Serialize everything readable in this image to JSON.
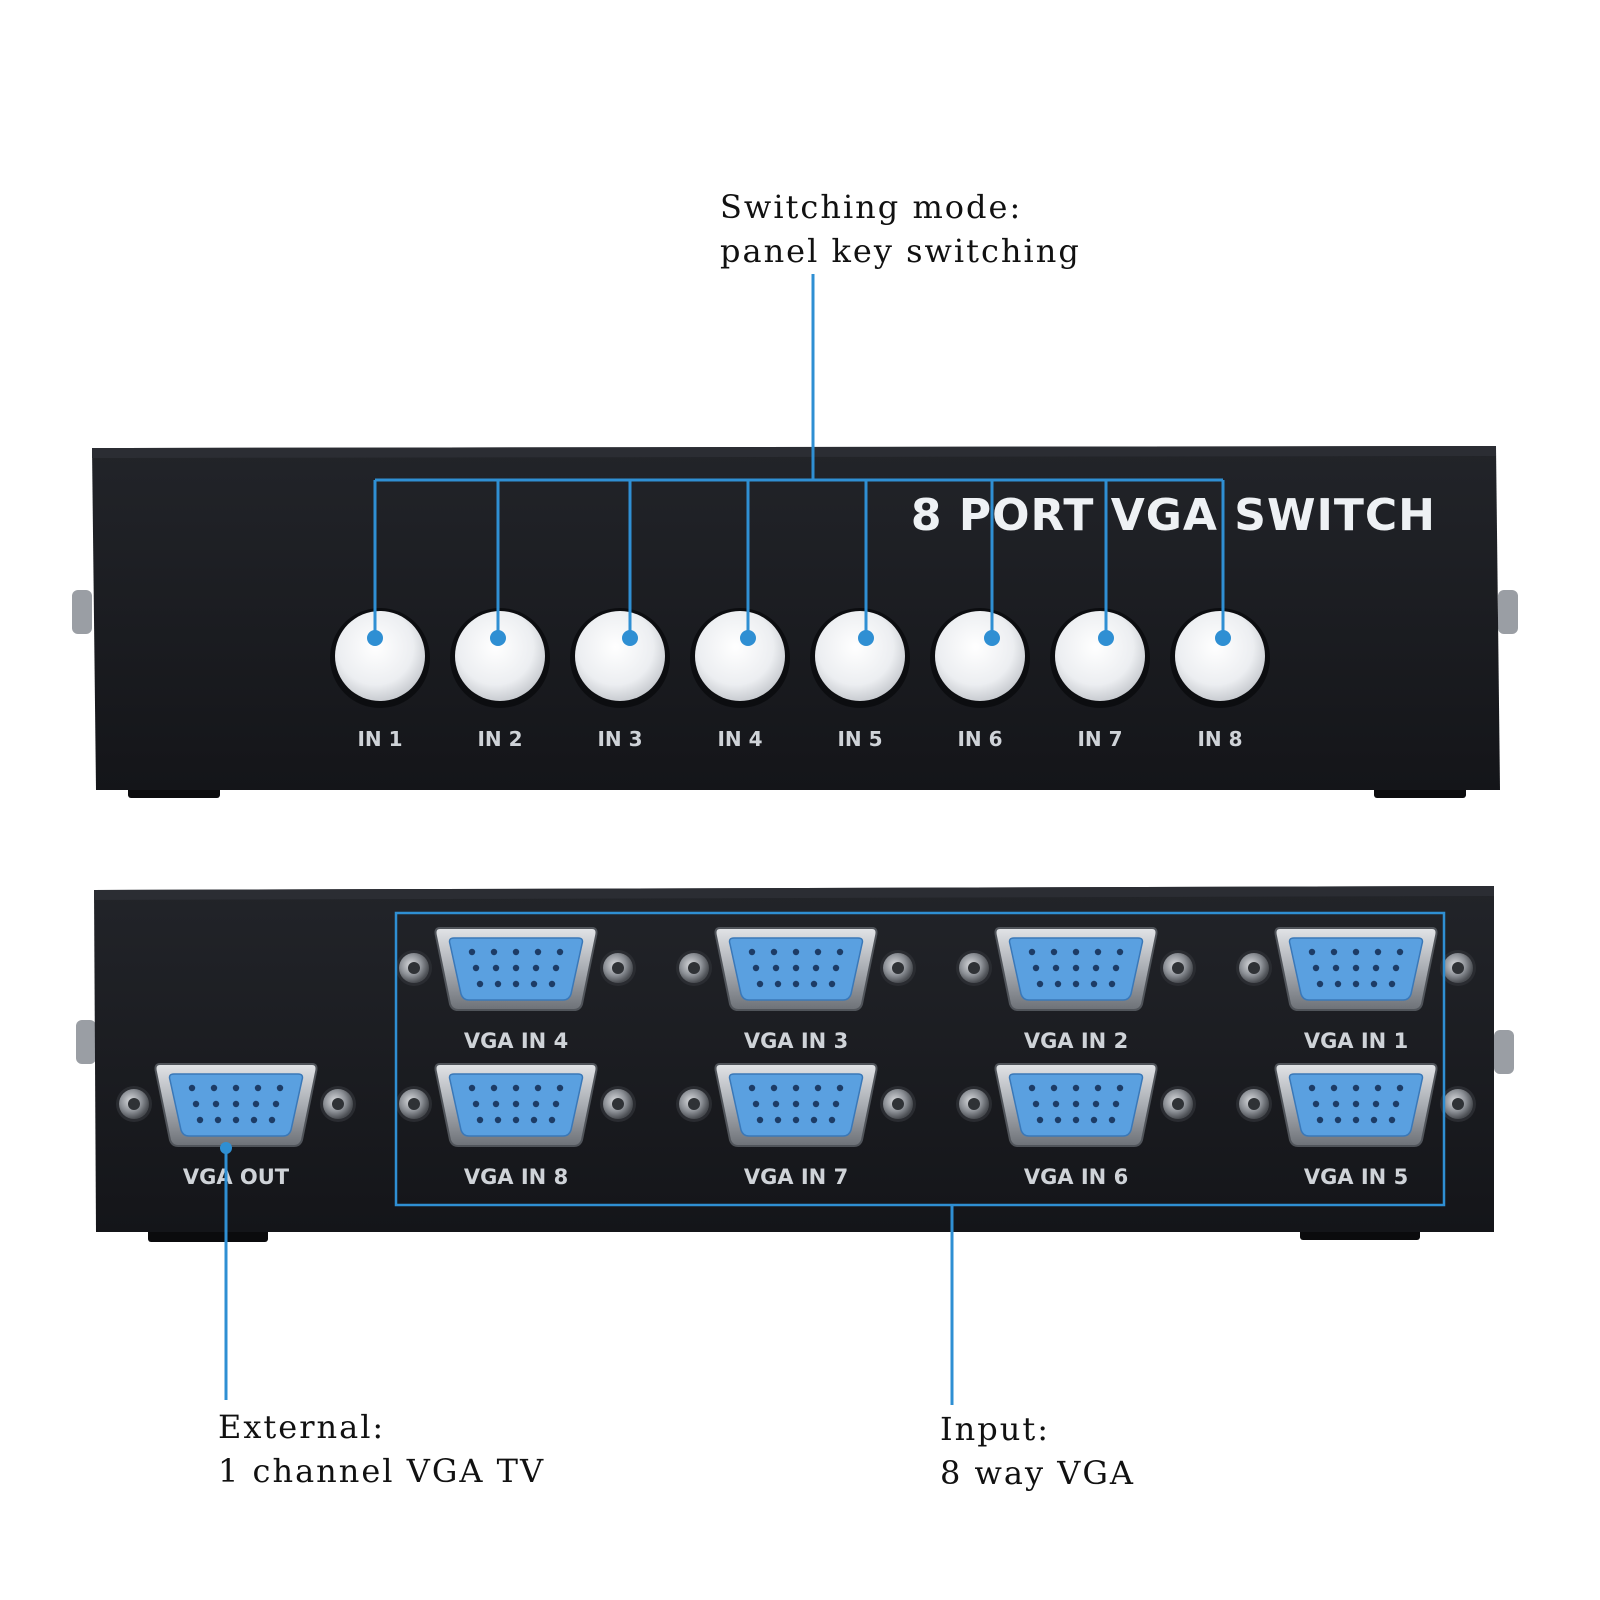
{
  "colors": {
    "callout_line": "#2f8fd3",
    "device_body": "#17181c",
    "button_face": "#eef0f3",
    "vga_connector": "#5aa0e0",
    "label_text": "#cfd3d8"
  },
  "front_panel": {
    "title": "8 PORT VGA SWITCH",
    "buttons": [
      "IN 1",
      "IN 2",
      "IN 3",
      "IN 4",
      "IN 5",
      "IN 6",
      "IN 7",
      "IN 8"
    ]
  },
  "rear_panel": {
    "output_label": "VGA OUT",
    "inputs_top": [
      "VGA IN 4",
      "VGA IN 3",
      "VGA IN 2",
      "VGA IN 1"
    ],
    "inputs_bottom": [
      "VGA IN 8",
      "VGA IN 7",
      "VGA IN 6",
      "VGA IN 5"
    ]
  },
  "callouts": {
    "switching": {
      "line1": "Switching mode:",
      "line2": "panel key switching"
    },
    "external": {
      "line1": "External:",
      "line2": "1 channel VGA TV"
    },
    "input": {
      "line1": "Input:",
      "line2": "8 way VGA"
    }
  }
}
